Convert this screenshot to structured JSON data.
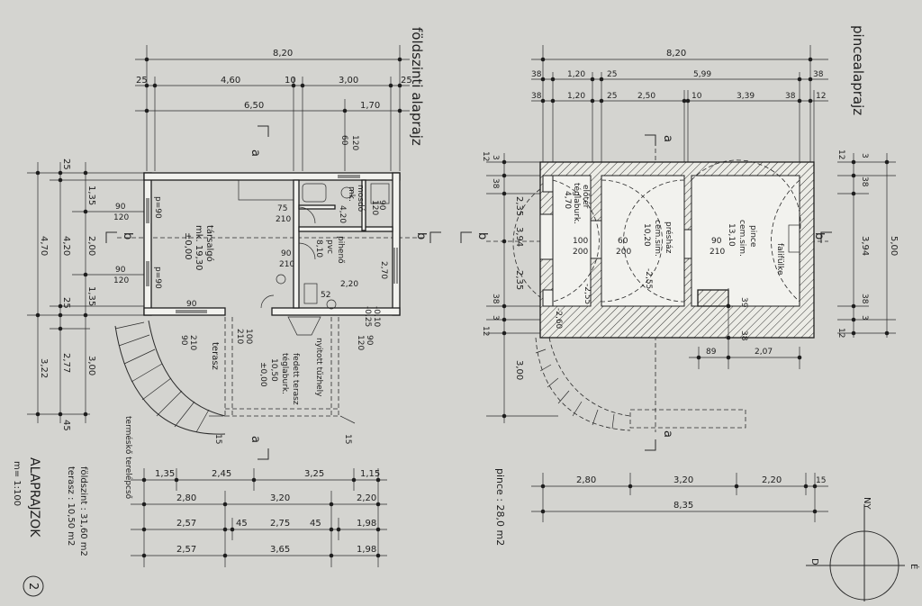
{
  "ground": {
    "title": "földszinti alaprajz",
    "dim_total": "8,20",
    "dim_row2": [
      "25",
      "4,60",
      "10",
      "3,00",
      "25"
    ],
    "dim_row3": [
      "6,50",
      "1,70"
    ],
    "left_dims": [
      "25",
      "1,35",
      "2,00",
      "1,35",
      "25"
    ],
    "left_dims2": [
      "4,70",
      "4,20",
      "3,00",
      "3,22",
      "2,77",
      "45"
    ],
    "bottom_rows": [
      [
        "1,35",
        "2,45",
        "3,25",
        "1,15"
      ],
      [
        "2,80",
        "3,20",
        "2,20"
      ],
      [
        "2,57",
        "45",
        "2,75",
        "45",
        "1,98"
      ],
      [
        "2,57",
        "3,65",
        "1,98"
      ]
    ],
    "rooms": {
      "living": [
        "társalgó",
        "mk. 19,30",
        "±0,00"
      ],
      "bath": [
        "mosdó",
        "mk.",
        "4,20"
      ],
      "rest": [
        "pihenő",
        "pvc",
        "8,10"
      ],
      "terrace": "terasz",
      "covered": [
        "fedett terasz",
        "téglaburk.",
        "10,50",
        "±0,00"
      ],
      "fire": "nyitott tűzhely",
      "stairs": "terméskő terelépcső"
    },
    "openings": [
      "90",
      "120",
      "90",
      "120",
      "75",
      "210",
      "90",
      "210",
      "100",
      "210",
      "90",
      "120",
      "60",
      "90",
      "120",
      "120",
      "90"
    ],
    "misc": [
      "p=90",
      "p=90",
      "2,20",
      "2,70",
      "52",
      "-0,10",
      "-0,25",
      "15",
      "15"
    ],
    "sections": [
      "a",
      "a",
      "b",
      "b"
    ]
  },
  "cellar": {
    "title": "pincealaprajz",
    "dim_total": "8,20",
    "dim_row2": [
      "38",
      "1,20",
      "25",
      "5,99",
      "38"
    ],
    "dim_row3": [
      "38",
      "1,20",
      "25",
      "2,50",
      "10",
      "3,39",
      "38",
      "12"
    ],
    "left_dims": [
      "12",
      "3",
      "38",
      "2,35",
      "3,94",
      "2,35",
      "38",
      "3",
      "12",
      "3,00"
    ],
    "right_dims": [
      "12",
      "3",
      "38",
      "5,00",
      "3,94",
      "38",
      "3",
      "12"
    ],
    "bottom_rows": [
      [
        "2,80",
        "3,20",
        "2,20",
        "15"
      ],
      [
        "8,35"
      ]
    ],
    "inner_dims": [
      "89",
      "2,07",
      "39",
      "38"
    ],
    "rooms": {
      "anteroom": [
        "előtér",
        "téglaburk.",
        "4,70"
      ],
      "press": [
        "présház",
        "cem.sim.",
        "10,20"
      ],
      "cellar": [
        "pince",
        "cem.sim.",
        "13,10"
      ],
      "niche": "falifülke"
    },
    "openings": [
      "100",
      "200",
      "60",
      "200",
      "90",
      "210"
    ],
    "levels": [
      "-2,55",
      "-2,55",
      "-2,60"
    ],
    "sections": [
      "a",
      "a",
      "b",
      "b"
    ]
  },
  "legend": {
    "title": "ALAPRAJZOK",
    "scale": "m= 1:100",
    "areas": [
      "földszint : 31,60 m2",
      "terasz : 10,50 m2"
    ],
    "cellar_area": "pince : 28,0 m2",
    "page": "2"
  },
  "compass": {
    "labels": [
      "NY",
      "É",
      "D"
    ]
  }
}
